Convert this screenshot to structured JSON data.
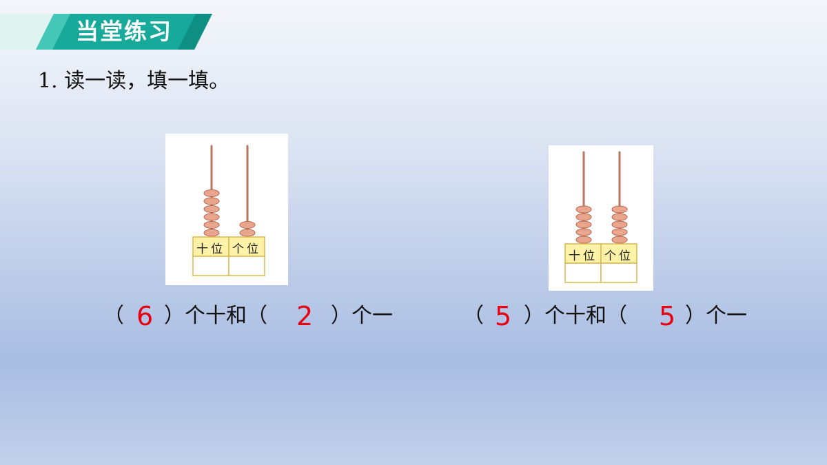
{
  "header": {
    "title": "当堂练习",
    "colors": {
      "dark": "#17a99a",
      "light": "#45c7b8",
      "stripe": "#0f8f83"
    }
  },
  "question": {
    "text": "1. 读一读，填一填。"
  },
  "exercises": [
    {
      "abacus": {
        "tens_label": "十位",
        "ones_label": "个位",
        "tens_beads": 6,
        "ones_beads": 2
      },
      "answer": {
        "open_paren": "（",
        "tens_value": "6",
        "tens_suffix": "）个十和（",
        "ones_value": "2",
        "ones_suffix": "）个一"
      }
    },
    {
      "abacus": {
        "tens_label": "十位",
        "ones_label": "个位",
        "tens_beads": 5,
        "ones_beads": 5
      },
      "answer": {
        "open_paren": "（",
        "tens_value": "5",
        "tens_suffix": "）个十和（",
        "ones_value": "5",
        "ones_suffix": "）个一"
      }
    }
  ],
  "colors": {
    "bead": "#e9a58d",
    "bead_edge": "#b8644a",
    "rod": "#b7775f",
    "label_fill": "#fdf2a8",
    "label_border": "#d8b84a",
    "answer": "#e60012"
  }
}
